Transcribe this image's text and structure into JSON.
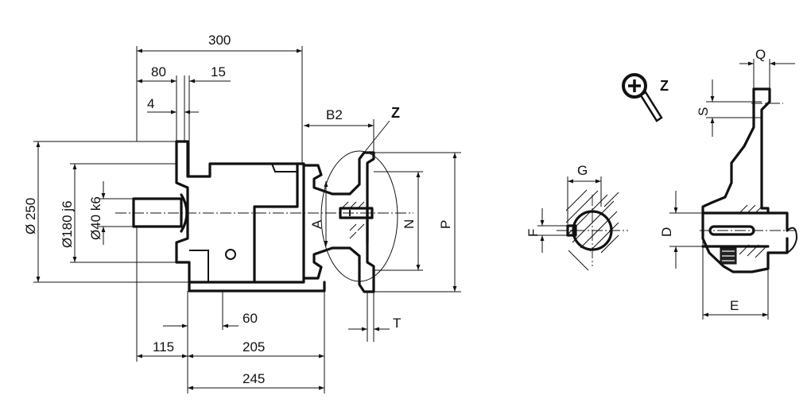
{
  "drawing": {
    "dimensions": {
      "overall_length": "300",
      "flange_offset": "80",
      "step_15": "15",
      "gap_4": "4",
      "dia_250": "Ø 250",
      "dia_180": "Ø180 j6",
      "dia_40": "Ø40 k6",
      "b2": "B2",
      "z_label": "Z",
      "a_label": "A",
      "n_label": "N",
      "p_label": "P",
      "t_label": "T",
      "base_60": "60",
      "base_115": "115",
      "base_205": "205",
      "base_245": "245",
      "g_label": "G",
      "f_label": "F",
      "d_label": "D",
      "e_label": "E",
      "s_label": "S",
      "q_label": "Q",
      "detail_z_label": "Z"
    }
  }
}
